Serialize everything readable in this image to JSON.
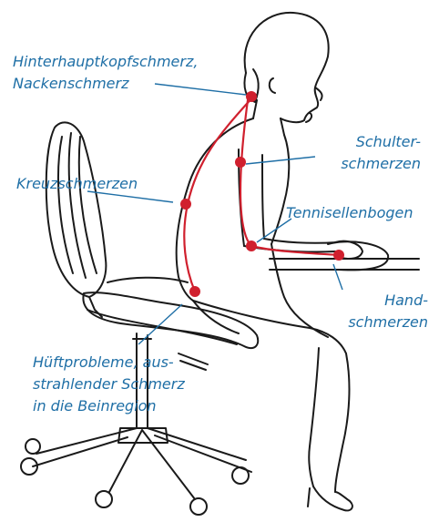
{
  "labels": {
    "occipital": {
      "line1": "Hinterhauptkopfschmerz,",
      "line2": "Nackenschmerz"
    },
    "shoulder": {
      "line1": "Schulter-",
      "line2": "schmerzen"
    },
    "lower_back": {
      "line1": "Kreuzschmerzen"
    },
    "tennis_elbow": {
      "line1": "Tennisellenbogen"
    },
    "hand": {
      "line1": "Hand-",
      "line2": "schmerzen"
    },
    "hip": {
      "line1": "Hüftprobleme, aus-",
      "line2": "strahlender Schmerz",
      "line3": "in die Beinregion"
    }
  },
  "colors": {
    "label_text": "#1f6fa6",
    "leader_line": "#1f6fa6",
    "pain_point": "#d0202e",
    "pain_path": "#d0202e",
    "outline": "#1a1a1a",
    "background": "#ffffff"
  },
  "figure": {
    "subject": "woman-seated-at-desk",
    "furniture": [
      "office-chair",
      "desk"
    ]
  }
}
